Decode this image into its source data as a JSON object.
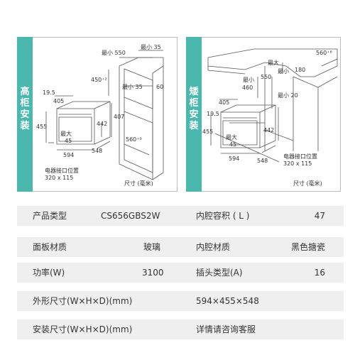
{
  "panels": {
    "left": {
      "title": "高柜安装",
      "unit": "尺寸 (毫米)",
      "outlet_label": "电器接口位置",
      "outlet_size": "320 x 115",
      "dims": {
        "min550": "最小 550",
        "min35_top": "最小 35",
        "d450": "450⁺²",
        "min35_mid": "最小 35",
        "d60": "60",
        "d19_5": "19.5",
        "d405": "405",
        "d455": "455",
        "d442": "442",
        "d407": "407",
        "max45_label": "最大",
        "max45_val": "45",
        "d594": "594",
        "d548": "548",
        "d560": "560⁺⁸"
      }
    },
    "right": {
      "title": "矮柜安装",
      "unit": "尺寸 (毫米)",
      "outlet_label": "电器接口位置",
      "outlet_size": "320 x 115",
      "dims": {
        "d560": "560⁺⁸",
        "min_left": "最小",
        "d460": "460",
        "max_label": "最大",
        "d550": "550",
        "min_small": "最小",
        "d180": "180",
        "min20": "最小 20",
        "d19_5": "19.5",
        "d405": "405",
        "d455": "455",
        "d442": "442",
        "max45_label": "最大",
        "max45_val": "45",
        "d594": "594",
        "d548": "548"
      }
    }
  },
  "specs": [
    {
      "l1": "产品类型",
      "v1": "CS656GBS2W",
      "l2": "内腔容积 ( L )",
      "v2": "47"
    },
    {
      "l1": "面板材质",
      "v1": "玻璃",
      "l2": "内腔材质",
      "v2": "黑色搪瓷"
    },
    {
      "l1": "功率(W)",
      "v1": "3100",
      "l2": "插头类型(A)",
      "v2": "16"
    },
    {
      "l1": "外形尺寸(W×H×D)(mm)",
      "v1": "",
      "l2": "594×455×548",
      "v2": ""
    },
    {
      "l1": "安装尺寸(W×H×D)(mm)",
      "v1": "",
      "l2": "详情请咨询客服",
      "v2": ""
    }
  ],
  "colors": {
    "accent": "#4bb8ae",
    "row_bg": "#efefef",
    "border": "#bcbcbc",
    "line": "#555555"
  }
}
